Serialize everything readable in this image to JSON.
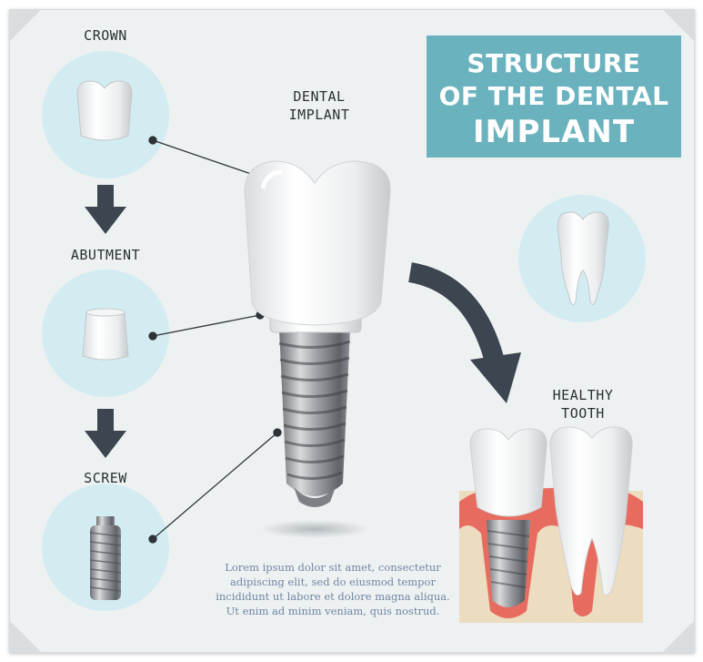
{
  "title": {
    "line1": "STRUCTURE",
    "line2": "OF THE DENTAL",
    "line3": "IMPLANT"
  },
  "labels": {
    "crown": "CROWN",
    "abutment": "ABUTMENT",
    "screw": "SCREW",
    "implant_line1": "DENTAL",
    "implant_line2": "IMPLANT",
    "healthy_line1": "HEALTHY",
    "healthy_line2": "TOOTH"
  },
  "body_text": [
    "Lorem ipsum dolor sit amet, consectetur",
    "adipiscing elit, sed do eiusmod tempor",
    "incididunt ut labore et dolore magna aliqua.",
    "Ut enim ad minim veniam, quis nostrud."
  ],
  "colors": {
    "accent": "#69b2be",
    "circle": "#d3ecf1",
    "arrow": "#3c4550",
    "gum": "#e8574f",
    "bone": "#ecdcc0"
  },
  "icons": [
    "crown-icon",
    "abutment-icon",
    "screw-icon",
    "tooth-icon",
    "down-arrow-icon",
    "curved-arrow-icon"
  ]
}
